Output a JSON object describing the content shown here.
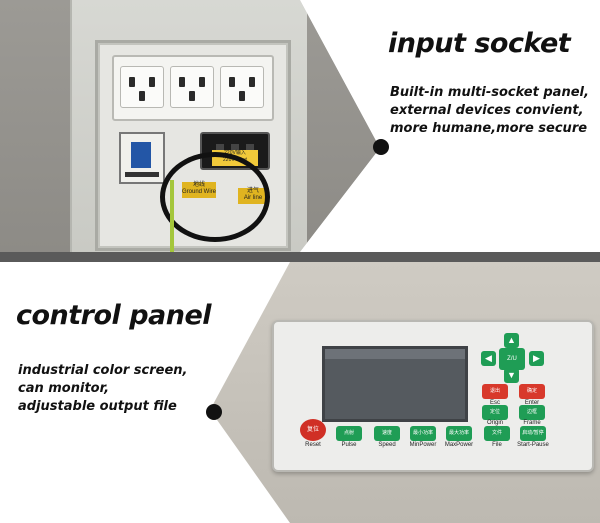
{
  "input_socket": {
    "title": "input socket",
    "lines": [
      "Built-in multi-socket panel,",
      "external devices convient,",
      "more humane,more secure"
    ],
    "inlet_label": "220V输入\n220V input",
    "tag_ground": "地线\nGround Wire",
    "tag_air": "进气\nAir line"
  },
  "control_panel": {
    "title": "control panel",
    "lines": [
      "industrial color screen,",
      "can monitor,",
      "adjustable output file"
    ],
    "reset_cn": "复位",
    "reset_label": "Reset",
    "bottom_buttons": [
      {
        "cn": "点射",
        "label": "Pulse"
      },
      {
        "cn": "速度",
        "label": "Speed"
      },
      {
        "cn": "最小功率",
        "label": "MinPower"
      },
      {
        "cn": "最大功率",
        "label": "MaxPower"
      },
      {
        "cn": "文件",
        "label": "File"
      },
      {
        "cn": "启动/暂停",
        "label": "Start-Pause"
      }
    ],
    "right_buttons": [
      {
        "cn": "退出",
        "label": "Esc"
      },
      {
        "cn": "确定",
        "label": "Enter"
      },
      {
        "cn": "定位",
        "label": "Origin"
      },
      {
        "cn": "边框",
        "label": "Frame"
      }
    ],
    "zu_label": "Z/U",
    "colors": {
      "green": "#1f9d55",
      "red": "#d8392b"
    }
  }
}
